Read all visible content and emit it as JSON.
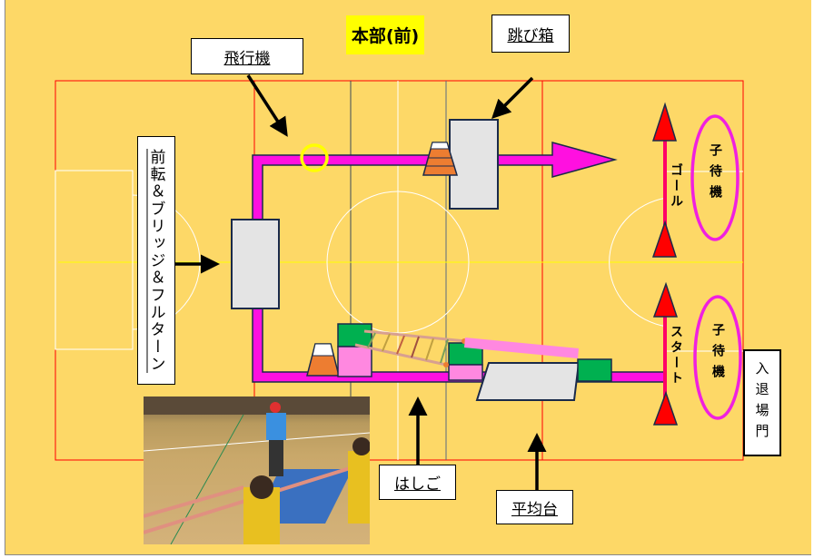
{
  "labels": {
    "honbu": "本部(前)",
    "tobibako": "跳び箱",
    "hikouki": "飛行機",
    "zenten": "前転＆ブリッジ＆フルターン",
    "hashigo": "はしご",
    "heikindai": "平均台",
    "nyutaijoumon": "入退場門",
    "goal": "ゴール",
    "start": "スタート",
    "komachi_goal": "子待機",
    "komachi_start": "子待機"
  },
  "colors": {
    "floor": "#FDD867",
    "course": "#FF10E0",
    "court_line": "#FF0000",
    "cone_marker": "#FF0000",
    "wait_area": "#F020E0"
  }
}
